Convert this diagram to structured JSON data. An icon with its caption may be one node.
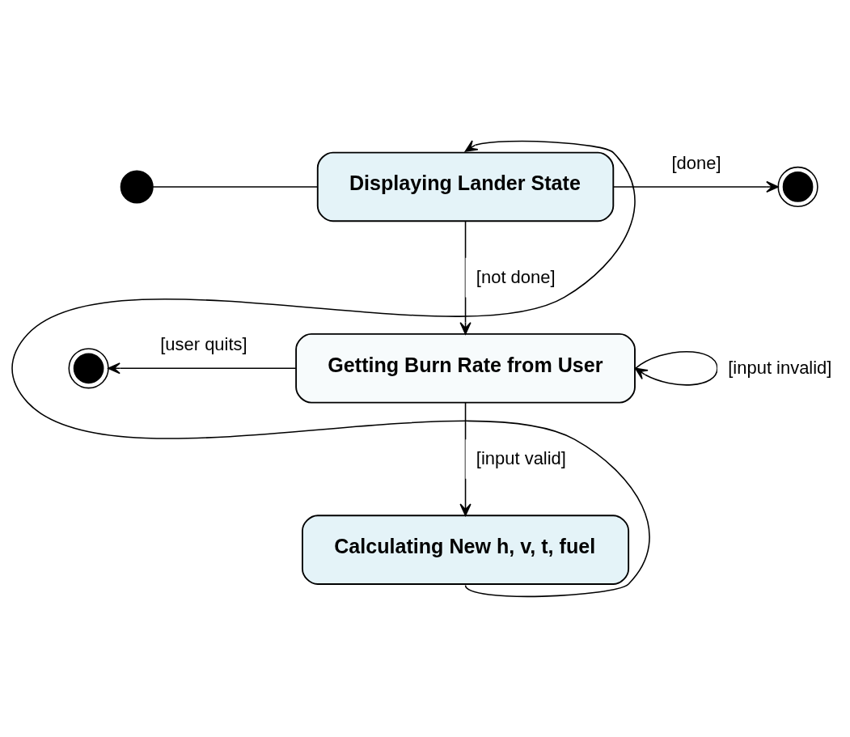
{
  "diagram": {
    "nodes": [
      {
        "text": [],
        "shape": "circle"
      },
      {
        "text": [
          "Displaying Lander State"
        ]
      },
      {
        "text": [],
        "shape": "circle"
      },
      {
        "text": [],
        "shape": "circle"
      },
      {
        "text": [
          "Getting Burn Rate from User"
        ]
      },
      {
        "text": [
          "Calculating New h, v, t, fuel"
        ]
      }
    ],
    "edges": [
      {
        "from": 0,
        "to": 1,
        "arrow": "none"
      },
      {
        "from": 1,
        "to": 2,
        "arrow": "to",
        "label": "[done]"
      },
      {
        "from": 1,
        "to": 4,
        "arrow": "to",
        "label": "[not done]"
      },
      {
        "from": 4,
        "to": 3,
        "arrow": "to",
        "label": "[user quits]"
      },
      {
        "from": 4,
        "to": 4,
        "arrow": "to",
        "label": "[input invalid]"
      },
      {
        "from": 4,
        "to": 5,
        "arrow": "to",
        "label": "[input valid]"
      },
      {
        "from": 5,
        "to": 1,
        "arrow": "to"
      }
    ]
  }
}
